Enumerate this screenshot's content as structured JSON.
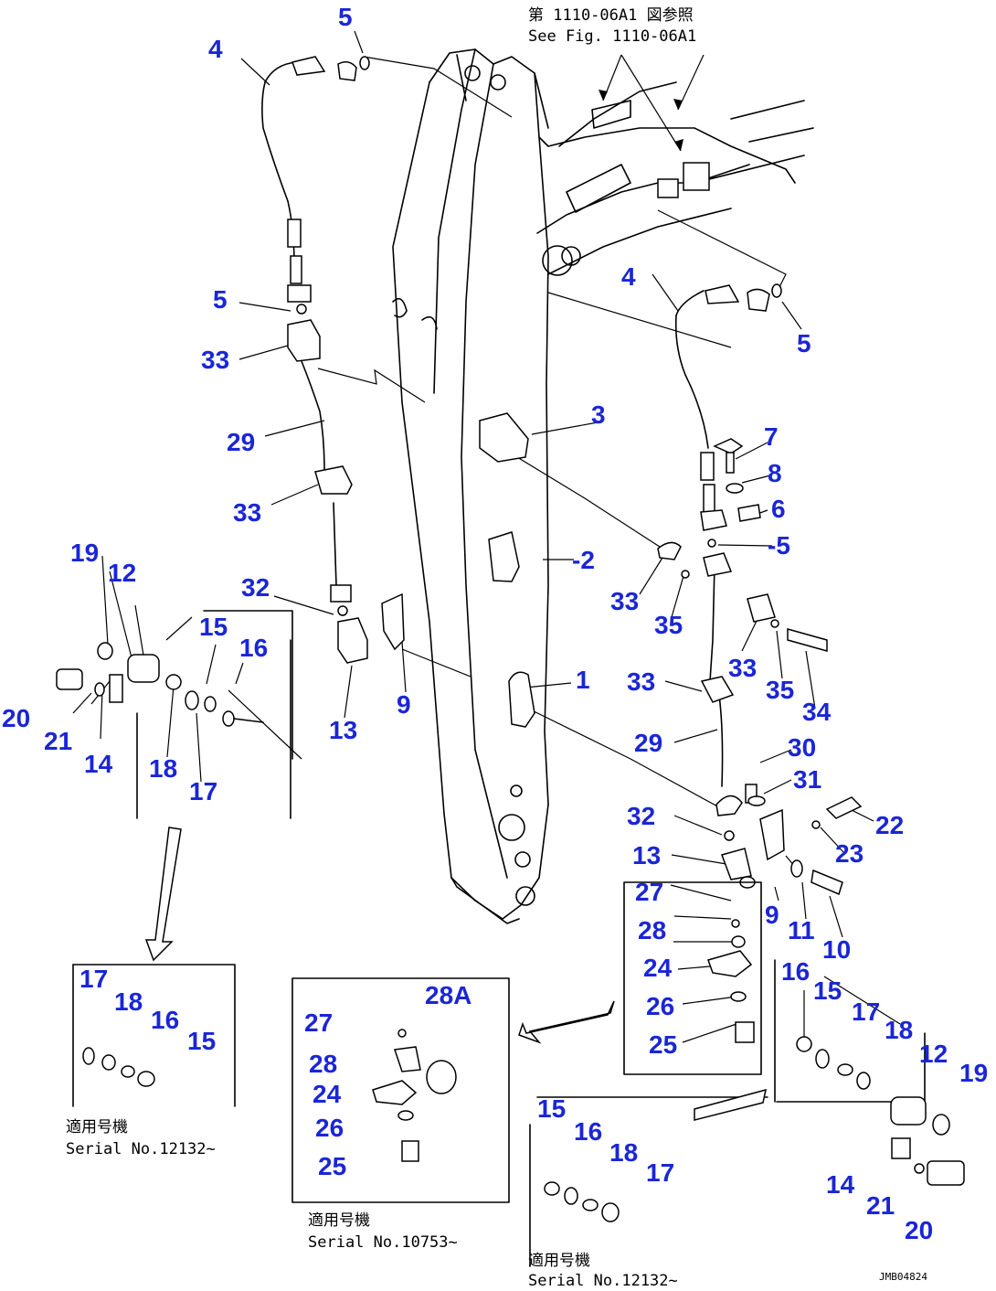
{
  "reference_note": {
    "line_ja": "第 1110-06A1 図参照",
    "line_en": "See Fig. 1110-06A1"
  },
  "serial_notes": {
    "left_ja": "適用号機",
    "left_en": "Serial No.12132~",
    "center_ja": "適用号機",
    "center_en": "Serial No.10753~",
    "right_ja": "適用号機",
    "right_en": "Serial No.12132~"
  },
  "drawing_code": "JMB04824",
  "part_labels": {
    "p1": "1",
    "p2": "-2",
    "p3": "3",
    "p4a": "4",
    "p4b": "4",
    "p5a": "5",
    "p5b": "5",
    "p5c": "5",
    "p5d": "-5",
    "p6": "6",
    "p7": "7",
    "p8": "8",
    "p9a": "9",
    "p9b": "9",
    "p10": "10",
    "p11": "11",
    "p12a": "12",
    "p12b": "12",
    "p13a": "13",
    "p13b": "13",
    "p14a": "14",
    "p14b": "14",
    "p15a": "15",
    "p15b": "15",
    "p15c": "15",
    "p15d": "15",
    "p16a": "16",
    "p16b": "16",
    "p16c": "16",
    "p16d": "16",
    "p17a": "17",
    "p17b": "17",
    "p17c": "17",
    "p17d": "17",
    "p18a": "18",
    "p18b": "18",
    "p18c": "18",
    "p18d": "18",
    "p19a": "19",
    "p19b": "19",
    "p20a": "20",
    "p20b": "20",
    "p21a": "21",
    "p21b": "21",
    "p22": "22",
    "p23": "23",
    "p24a": "24",
    "p24b": "24",
    "p25a": "25",
    "p25b": "25",
    "p26a": "26",
    "p26b": "26",
    "p27a": "27",
    "p27b": "27",
    "p28a": "28",
    "p28b": "28",
    "p28A": "28A",
    "p29a": "29",
    "p29b": "29",
    "p30": "30",
    "p31": "31",
    "p32a": "32",
    "p32b": "32",
    "p33a": "33",
    "p33b": "33",
    "p33c": "33",
    "p33d": "33",
    "p33e": "33",
    "p34": "34",
    "p35a": "35",
    "p35b": "35"
  }
}
